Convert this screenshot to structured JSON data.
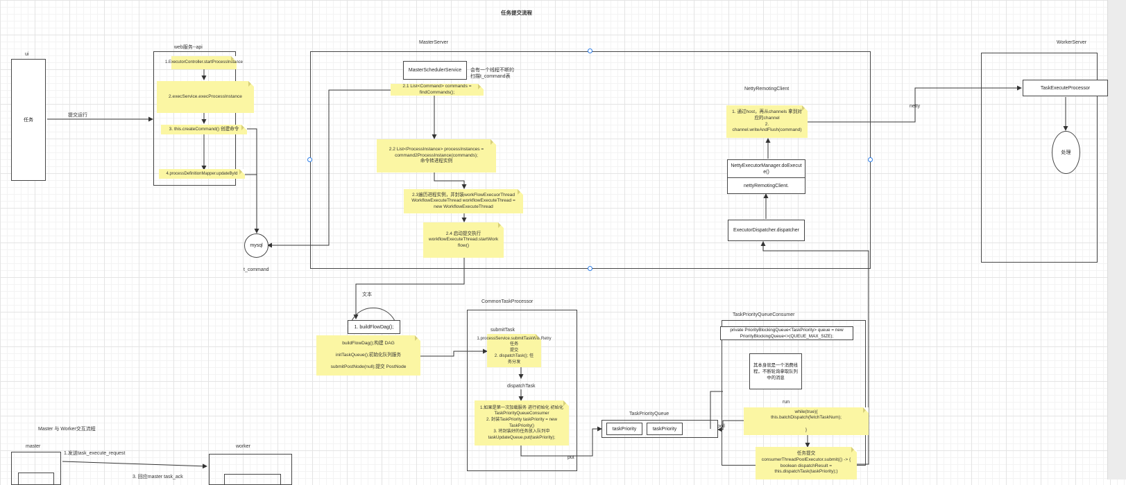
{
  "title": "任务提交流程",
  "actors": {
    "ui": "ui",
    "ui_box": "任务",
    "submit_edge": "提交运行",
    "api": "web服务--api",
    "master": "MasterServer",
    "worker": "WorkerServer",
    "mysql": "mysql",
    "t_command": "t_command"
  },
  "api_notes": {
    "n1": "1.ExecutorController.startProcessInstance",
    "n2": "2.execService.execProcessInstance",
    "n3": "3. this.createCommand() 创建命令",
    "n4": "4.processDefinitionMapper.updateById"
  },
  "master": {
    "scheduler_service": "MasterSchedulerService",
    "scheduler_comment": "会有一个线程不断的\n扫描t_command表",
    "s21": "2.1 List<Command> commands =\nfindCommands();",
    "s22": "2.2 List<ProcessInstance> processInstances =\ncommand2ProcessInstance(commands);\n命令转进程实例",
    "s23": "2.3遍历进程实例，并封装workFlowExecuorThread\nWorkflowExecuteThread workflowExecuteThread =\nnew WorkflowExecuteThread",
    "s24": "2.4 启动提交执行\nworkflowExecuteThread.startWork\nflow()",
    "netty_client": "NettyRemotingClient",
    "netty_note": "1. 通过host，再从channels 拿到对\n应的channel\n2.\nchannel.writeAndFlush(command)",
    "netty_exec_manager": "NettyExecutorManager.doExecut\ne()",
    "netty_remoting_client": "nettyRemotingClient.",
    "dispatcher": "ExecutorDispatcher.dispatcher"
  },
  "worker": {
    "task_execute_processor": "TaskExecuteProcessor",
    "process": "处理",
    "netty_edge": "netty"
  },
  "flow": {
    "text_label": "文本",
    "build_dag_box": "1.  buildFlowDag();",
    "build_dag_note": "buildFlowDag();构建 DAG\n\ninitTaskQueue();初始化队列服务\n\nsubmitPostNode(null);提交 PostNode"
  },
  "common_task_processor": {
    "title": "CommonTaskProcessor",
    "submit_task": "submitTask",
    "submit_note": "1.processService.submitTaskWithRetry 任务\n提交\n2. dispatchTask(); 任\n务分发",
    "dispatch_task": "dispatchTask",
    "dispatch_note": "1.如果是第一次加载服务 进行初始化 初始化\nTaskPriorityQueueConsumer\n2. 封装TaskPriority taskPriority = new\nTaskPriority()\n3. 将封装好的任务放入队列中\ntaskUpdateQueue.put(taskPriority);",
    "put_label": "put"
  },
  "task_priority_queue": {
    "title": "TaskPriorityQueue",
    "item1": "taskPriority",
    "item2": "taskPriority",
    "poll_label": "poll"
  },
  "consumer": {
    "title": "TaskPriorityQueueConsumer",
    "queue_decl": "private PriorityBlockingQueue<TaskPriority> queue = new\nPriorityBlockingQueue<>(QUEUE_MAX_SIZE);",
    "desc": "其本身就是一个消费线\n程，不断轮询拿取队列\n中的消息",
    "run": "run",
    "loop": "while(true){\nthis.batchDispatch(fetchTaskNum);\n\n}",
    "submit": "任务提交\nconsumerThreadPoolExecutor.submit(() -> {\nboolean dispatchResult =\nthis.dispatchTask(taskPriority);)"
  },
  "interaction": {
    "title": "Master 与 Worker交互流程",
    "master": "master",
    "worker": "worker",
    "step1": "1.发送task_execute_request",
    "step3": "3. 回应master task_ack"
  }
}
